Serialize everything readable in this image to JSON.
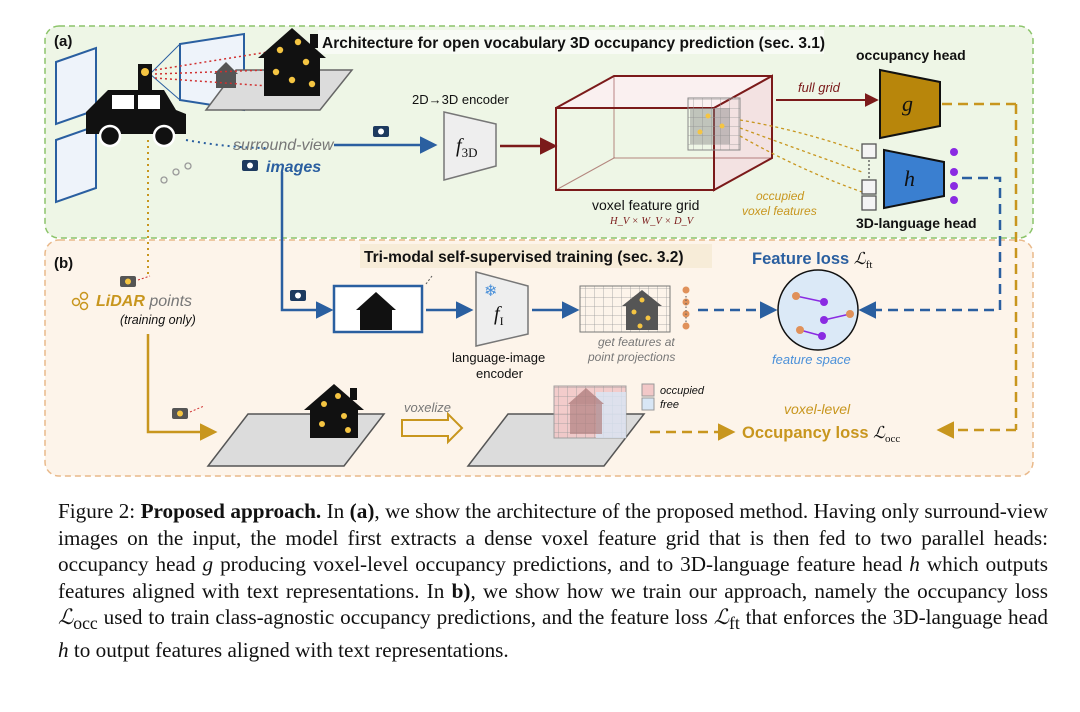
{
  "panel_a": {
    "tag": "(a)",
    "title": "Architecture for open vocabulary 3D occupancy prediction (sec. 3.1)",
    "surround_view": "surround-view",
    "images": "images",
    "encoder_label": "2D→3D encoder",
    "encoder_symbol": "f",
    "encoder_sub": "3D",
    "voxel_grid_label": "voxel feature grid",
    "voxel_grid_dims": "H_V × W_V × D_V",
    "full_grid": "full grid",
    "occupancy_head": "occupancy head",
    "g_symbol": "g",
    "h_symbol": "h",
    "occupied_voxel_1": "occupied",
    "occupied_voxel_2": "voxel features",
    "language_head": "3D-language head"
  },
  "panel_b": {
    "tag": "(b)",
    "title": "Tri-modal self-supervised training (sec. 3.2)",
    "lidar_1": "LiDAR",
    "lidar_2": "points",
    "training_only": "(training only)",
    "fi_symbol": "f",
    "fi_sub": "I",
    "lang_image_1": "language-image",
    "lang_image_2": "encoder",
    "get_features_1": "get features at",
    "get_features_2": "point projections",
    "feature_loss": "Feature loss",
    "feature_loss_sym": "ℒ",
    "feature_loss_sub": "ft",
    "feature_space": "feature space",
    "voxelize": "voxelize",
    "occupied": "occupied",
    "free": "free",
    "voxel_level": "voxel-level",
    "occupancy_loss": "Occupancy loss",
    "occupancy_loss_sym": "ℒ",
    "occupancy_loss_sub": "occ"
  },
  "caption": {
    "p1": "Figure 2: ",
    "p2": "Proposed approach.",
    "p3": " In ",
    "p4": "(a)",
    "p5": ", we show the architecture of the proposed method. Having only surround-view images on the input, the model first extracts a dense voxel feature grid that is then fed to two parallel heads: occupancy head ",
    "p6": "g",
    "p7": " producing voxel-level occupancy predictions, and to 3D-language feature head ",
    "p8": "h",
    "p9": " which outputs features aligned with text representations. In ",
    "p10": "b)",
    "p11": ", we show how we train our approach, namely the occupancy loss ",
    "p12": "ℒ",
    "p13": "occ",
    "p14": " used to train class-agnostic occupancy predictions, and the feature loss ",
    "p15": "ℒ",
    "p16": "ft",
    "p17": " that enforces the 3D-language head ",
    "p18": "h",
    "p19": " to output features aligned with text representations."
  },
  "colors": {
    "panel_a_bg": "#eef6e6",
    "panel_a_border": "#8cc46a",
    "panel_b_bg": "#fdf4ea",
    "panel_b_border": "#e9b98a",
    "blue": "#2a5fa0",
    "gold": "#c8961e",
    "maroon": "#7b1a1a",
    "g_fill": "#b8860b",
    "h_fill": "#3a7fd0"
  }
}
